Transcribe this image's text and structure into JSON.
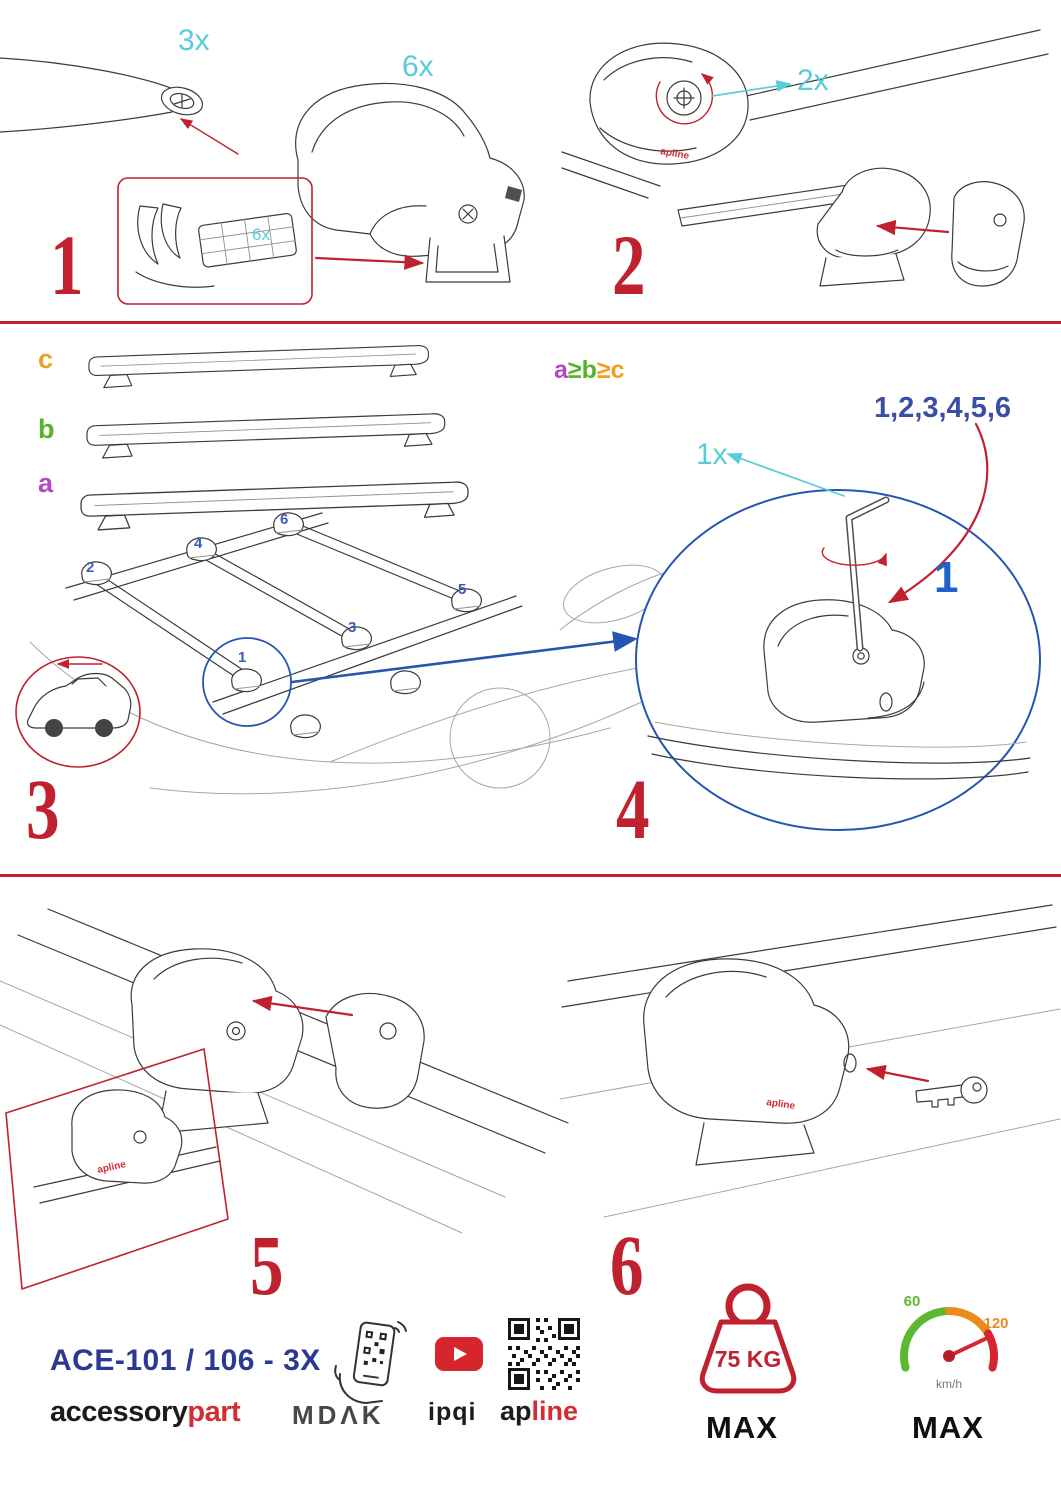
{
  "colors": {
    "accent_red": "#c0212e",
    "cyan": "#58ccd8",
    "sequence_blue": "#3b4ea5",
    "model_blue": "#2b3990",
    "highlight_blue": "#1e63c8",
    "purple": "#b04ac0",
    "green": "#56b32b",
    "orange": "#f0a01e",
    "brand_red": "#d12d33"
  },
  "steps": {
    "s1": {
      "num": "1",
      "bar_qty": "3x",
      "foot_qty": "6x",
      "pad_qty": "6x"
    },
    "s2": {
      "num": "2",
      "screw_qty": "2x",
      "brand": "apline"
    },
    "s3": {
      "num": "3",
      "bar_labels": [
        "c",
        "b",
        "a"
      ],
      "formula": {
        "a": "a",
        "ge1": "≥",
        "b": "b",
        "ge2": "≥",
        "c": "c"
      },
      "positions": [
        "1",
        "2",
        "3",
        "4",
        "5",
        "6"
      ]
    },
    "s4": {
      "num": "4",
      "tool_qty": "1x",
      "sequence": "1,2,3,4,5,6",
      "first": "1"
    },
    "s5": {
      "num": "5",
      "brand": "apline"
    },
    "s6": {
      "num": "6",
      "brand": "apline"
    }
  },
  "footer": {
    "model": "ACE-101 / 106 - 3X",
    "brand_black": "accessory",
    "brand_red": "part",
    "mdak": "MDΛK",
    "ipqi": "ipqi",
    "apline_black": "ap",
    "apline_red": "line",
    "weight": "75 KG",
    "weight_max": "MAX",
    "speed_min": "60",
    "speed_top": "120",
    "speed_unit": "km/h",
    "speed_max": "MAX"
  }
}
